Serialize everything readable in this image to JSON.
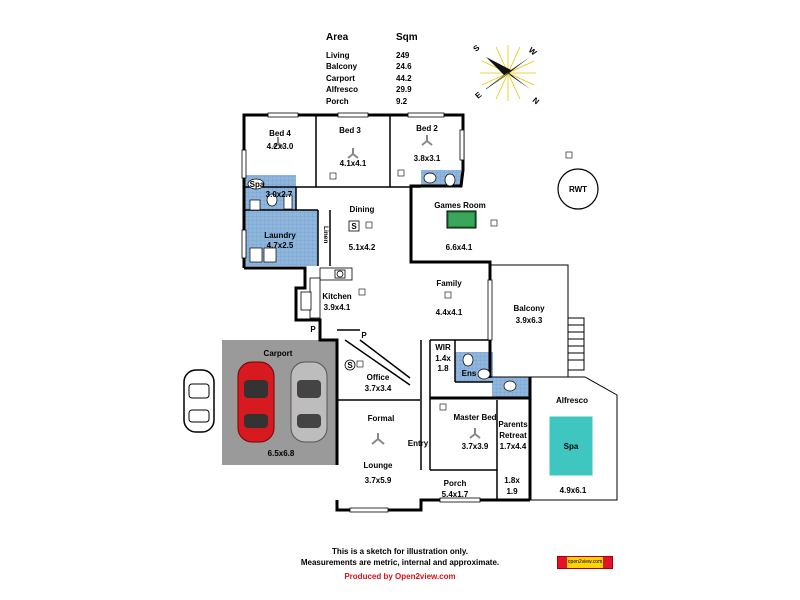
{
  "area_table": {
    "col_area": "Area",
    "col_sqm": "Sqm",
    "rows": [
      {
        "name": "Living",
        "sqm": "249"
      },
      {
        "name": "Balcony",
        "sqm": "24.6"
      },
      {
        "name": "Carport",
        "sqm": "44.2"
      },
      {
        "name": "Alfresco",
        "sqm": "29.9"
      },
      {
        "name": "Porch",
        "sqm": "9.2"
      }
    ]
  },
  "compass": {
    "n": "N",
    "e": "E",
    "s": "S",
    "w": "W"
  },
  "rwt": "RWT",
  "rooms": {
    "bed4": {
      "name": "Bed 4",
      "dims": "4.2x3.0"
    },
    "bed3": {
      "name": "Bed 3",
      "dims": "4.1x4.1"
    },
    "bed2": {
      "name": "Bed 2",
      "dims": "3.8x3.1"
    },
    "spa": {
      "name": "Spa",
      "dims": "3.0x2.7"
    },
    "laundry": {
      "name": "Laundry",
      "dims": "4.7x2.5"
    },
    "linen": {
      "name": "Linen"
    },
    "dining": {
      "name": "Dining",
      "dims": "5.1x4.2",
      "symbol": "S"
    },
    "games": {
      "name": "Games Room",
      "dims": "6.6x4.1"
    },
    "kitchen": {
      "name": "Kitchen",
      "dims": "3.9x4.1"
    },
    "family": {
      "name": "Family",
      "dims": "4.4x4.1"
    },
    "balcony": {
      "name": "Balcony",
      "dims": "3.9x6.3"
    },
    "carport": {
      "name": "Carport",
      "dims": "6.5x6.8"
    },
    "pantry1": {
      "name": "P"
    },
    "pantry2": {
      "name": "P"
    },
    "office": {
      "name": "Office",
      "dims": "3.7x3.4",
      "symbol": "S"
    },
    "wir": {
      "name": "WIR",
      "dims1": "1.4x",
      "dims2": "1.8"
    },
    "ens": {
      "name": "Ens"
    },
    "formal": {
      "name": "Formal"
    },
    "lounge": {
      "name": "Lounge",
      "dims": "3.7x5.9"
    },
    "master": {
      "name": "Master Bed",
      "dims": "3.7x3.9"
    },
    "entry": {
      "name": "Entry"
    },
    "retreat": {
      "name1": "Parents",
      "name2": "Retreat",
      "dims": "1.7x4.4"
    },
    "alfresco": {
      "name": "Alfresco",
      "dims": "4.9x6.1"
    },
    "pool": {
      "name": "Spa"
    },
    "porch": {
      "name": "Porch",
      "dims": "5.4x1.7"
    },
    "store": {
      "dims1": "1.8x",
      "dims2": "1.9"
    }
  },
  "footer": {
    "line1": "This is a sketch for illustration only.",
    "line2": "Measurements are metric, internal and approximate.",
    "produced": "Produced by Open2view.com",
    "logo_text": "open2view.com"
  },
  "colors": {
    "carport": "#9a9a9a",
    "wet_area": "#8fb6dd",
    "pool": "#3fc6c1",
    "billiard": "#1f8a3a",
    "car_red": "#d71920",
    "car_silver": "#bdbdbd"
  }
}
